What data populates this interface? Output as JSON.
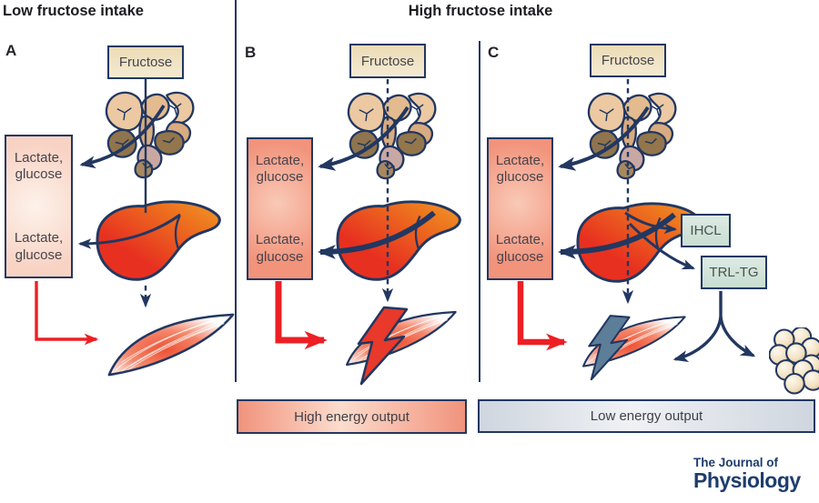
{
  "titles": {
    "low": "Low fructose intake",
    "high": "High fructose intake"
  },
  "panels": {
    "a": {
      "label": "A",
      "fructose": "Fructose",
      "metabolites_top": "Lactate,\nglucose",
      "metabolites_bottom": "Lactate,\nglucose"
    },
    "b": {
      "label": "B",
      "fructose": "Fructose",
      "metabolites_top": "Lactate,\nglucose",
      "metabolites_bottom": "Lactate,\nglucose"
    },
    "c": {
      "label": "C",
      "fructose": "Fructose",
      "metabolites_top": "Lactate,\nglucose",
      "metabolites_bottom": "Lactate,\nglucose",
      "ihcl": "IHCL",
      "trl_tg": "TRL-TG"
    }
  },
  "bars": {
    "high": "High energy output",
    "low": "Low energy output"
  },
  "logo": {
    "line1": "The Journal of",
    "line2": "Physiology"
  },
  "icons": {
    "intestine": "intestine-illustration",
    "liver": "liver-illustration",
    "muscle": "muscle-illustration",
    "lightning": "lightning-bolt-icon",
    "adipocytes": "adipocyte-cluster-illustration"
  },
  "colors": {
    "navy_outline": "#223761",
    "red_arrow": "#ed1f24",
    "fructose_box": "#eee0bd",
    "metabolite_box_low": "#f8d3c4",
    "metabolite_box_high": "#f2937b",
    "lipid_box": "#cfe2d8",
    "high_energy_bar": "#f1937c",
    "low_energy_bar": "#cfd6df",
    "liver_red": "#e73020",
    "liver_orange": "#ee7a1f",
    "gut_tan": "#ecc9a2",
    "gut_brown": "#8f744d",
    "muscle_red": "#ee5134",
    "bolt_red": "#e8392b",
    "bolt_blue": "#5d7e99",
    "fat_cell_tan": "#f2e2c2",
    "logo_navy": "#1e3d6d"
  }
}
